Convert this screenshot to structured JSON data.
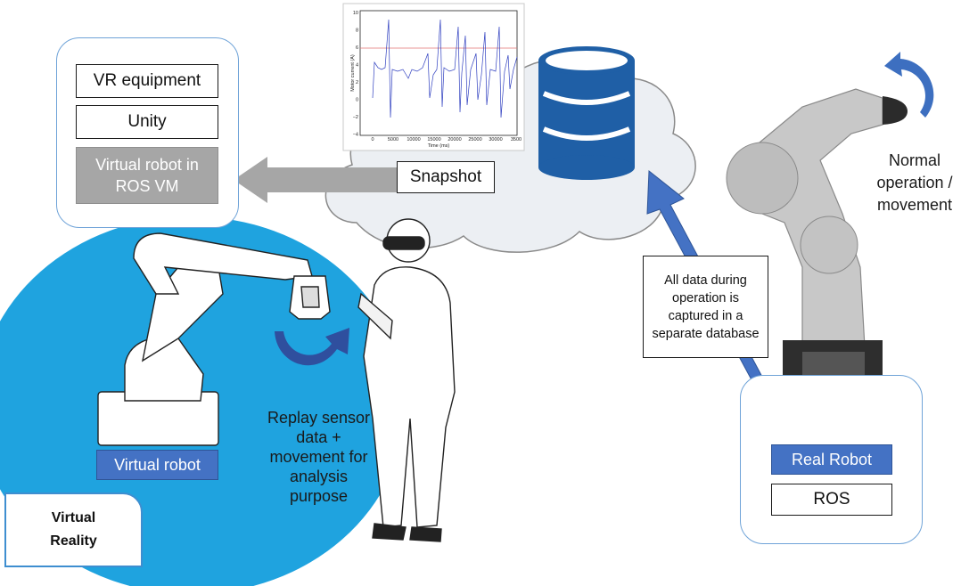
{
  "vr_panel": {
    "items": [
      "VR equipment",
      "Unity"
    ],
    "virtual_robot_vm": "Virtual robot in ROS VM"
  },
  "snapshot_label": "Snapshot",
  "plot": {
    "xlabel": "Time (ms)",
    "ylabel": "Motor current (A)",
    "x_ticks": [
      "0",
      "5000",
      "10000",
      "15000",
      "20000",
      "25000",
      "30000",
      "3500"
    ],
    "y_ticks": [
      "10",
      "8",
      "6",
      "4",
      "2",
      "0",
      "−2",
      "−4"
    ],
    "threshold_value": 6,
    "baseline_value": 3.2
  },
  "virtual_robot_label": "Virtual robot",
  "replay_text": "Replay sensor data + movement for analysis purpose",
  "vr_badge": "Virtual Reality",
  "capture_note": "All data during operation is captured in a separate database",
  "normal_operation": "Normal operation / movement",
  "real_robot_label": "Real Robot",
  "ros_label": "ROS",
  "colors": {
    "vr_circle": "#1fa3df",
    "arrow_blue": "#4472c4",
    "gray_arrow": "#a6a6a6",
    "cloud": "#eceff3",
    "panel_border": "#6fa3d8",
    "db_blue": "#1f5fa6"
  }
}
